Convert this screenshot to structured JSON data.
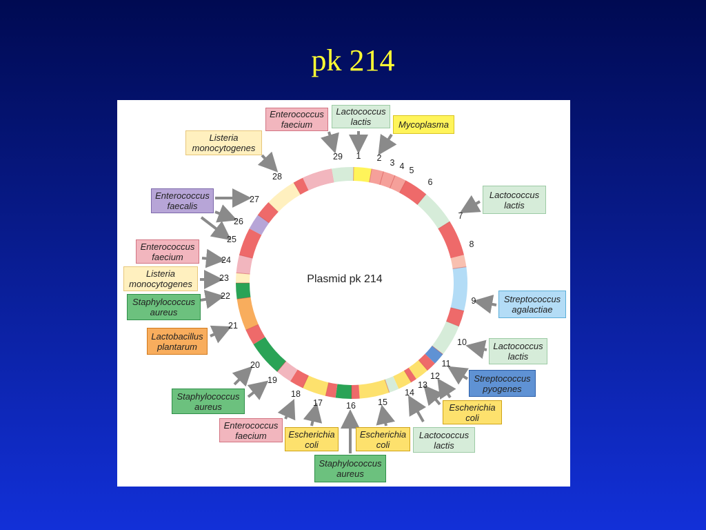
{
  "slide": {
    "title": "pk 214"
  },
  "diagram": {
    "center_label": "Plasmid pk 214",
    "colors": {
      "lactococcus_lactis": "#d6ecd9",
      "enterococcus_faecium": "#f2b6be",
      "mycoplasma": "#fff45a",
      "listeria": "#fff0bf",
      "enterococcus_faecalis": "#b7a5d7",
      "staphylococcus_aureus": "#6cc17e",
      "lactobacillus_plantarum": "#f8ad5d",
      "escherichia_coli": "#fde16d",
      "streptococcus_agalactiae": "#b3dcf6",
      "streptococcus_pyogenes": "#5f92d4",
      "ring_red": "#ee6a6a"
    },
    "segments": [
      "1",
      "2",
      "3",
      "4",
      "5",
      "6",
      "7",
      "8",
      "9",
      "10",
      "11",
      "12",
      "13",
      "14",
      "15",
      "16",
      "17",
      "18",
      "19",
      "20",
      "21",
      "22",
      "23",
      "24",
      "25",
      "26",
      "27",
      "28",
      "29"
    ],
    "labels": [
      {
        "id": "l1",
        "line1": "Enterococcus",
        "line2": "faecium"
      },
      {
        "id": "l2",
        "line1": "Lactococcus",
        "line2": "lactis"
      },
      {
        "id": "l3",
        "line1": "Mycoplasma",
        "line2": ""
      },
      {
        "id": "l4",
        "line1": "Listeria",
        "line2": "monocytogenes"
      },
      {
        "id": "l5",
        "line1": "Lactococcus",
        "line2": "lactis"
      },
      {
        "id": "l6",
        "line1": "Enterococcus",
        "line2": "faecalis"
      },
      {
        "id": "l7",
        "line1": "Enterococcus",
        "line2": "faecium"
      },
      {
        "id": "l8",
        "line1": "Listeria",
        "line2": "monocytogenes"
      },
      {
        "id": "l9",
        "line1": "Streptococcus",
        "line2": "agalactiae"
      },
      {
        "id": "l10",
        "line1": "Staphylococcus",
        "line2": "aureus"
      },
      {
        "id": "l11",
        "line1": "Lactobacillus",
        "line2": "plantarum"
      },
      {
        "id": "l12",
        "line1": "Lactococcus",
        "line2": "lactis"
      },
      {
        "id": "l13",
        "line1": "Streptococcus",
        "line2": "pyogenes"
      },
      {
        "id": "l14",
        "line1": "Escherichia",
        "line2": "coli"
      },
      {
        "id": "l15",
        "line1": "Staphylococcus",
        "line2": "aureus"
      },
      {
        "id": "l16",
        "line1": "Enterococcus",
        "line2": "faecium"
      },
      {
        "id": "l17",
        "line1": "Escherichia",
        "line2": "coli"
      },
      {
        "id": "l18",
        "line1": "Escherichia",
        "line2": "coli"
      },
      {
        "id": "l19",
        "line1": "Lactococcus",
        "line2": "lactis"
      },
      {
        "id": "l20",
        "line1": "Staphylococcus",
        "line2": "aureus"
      }
    ]
  }
}
